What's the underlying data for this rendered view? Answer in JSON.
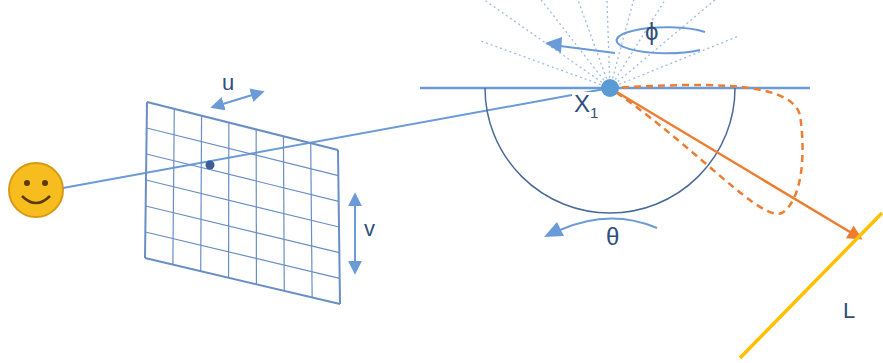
{
  "diagram": {
    "labels": [
      "u",
      "v",
      "X",
      "1",
      "ϕ",
      "θ",
      "L"
    ]
  }
}
